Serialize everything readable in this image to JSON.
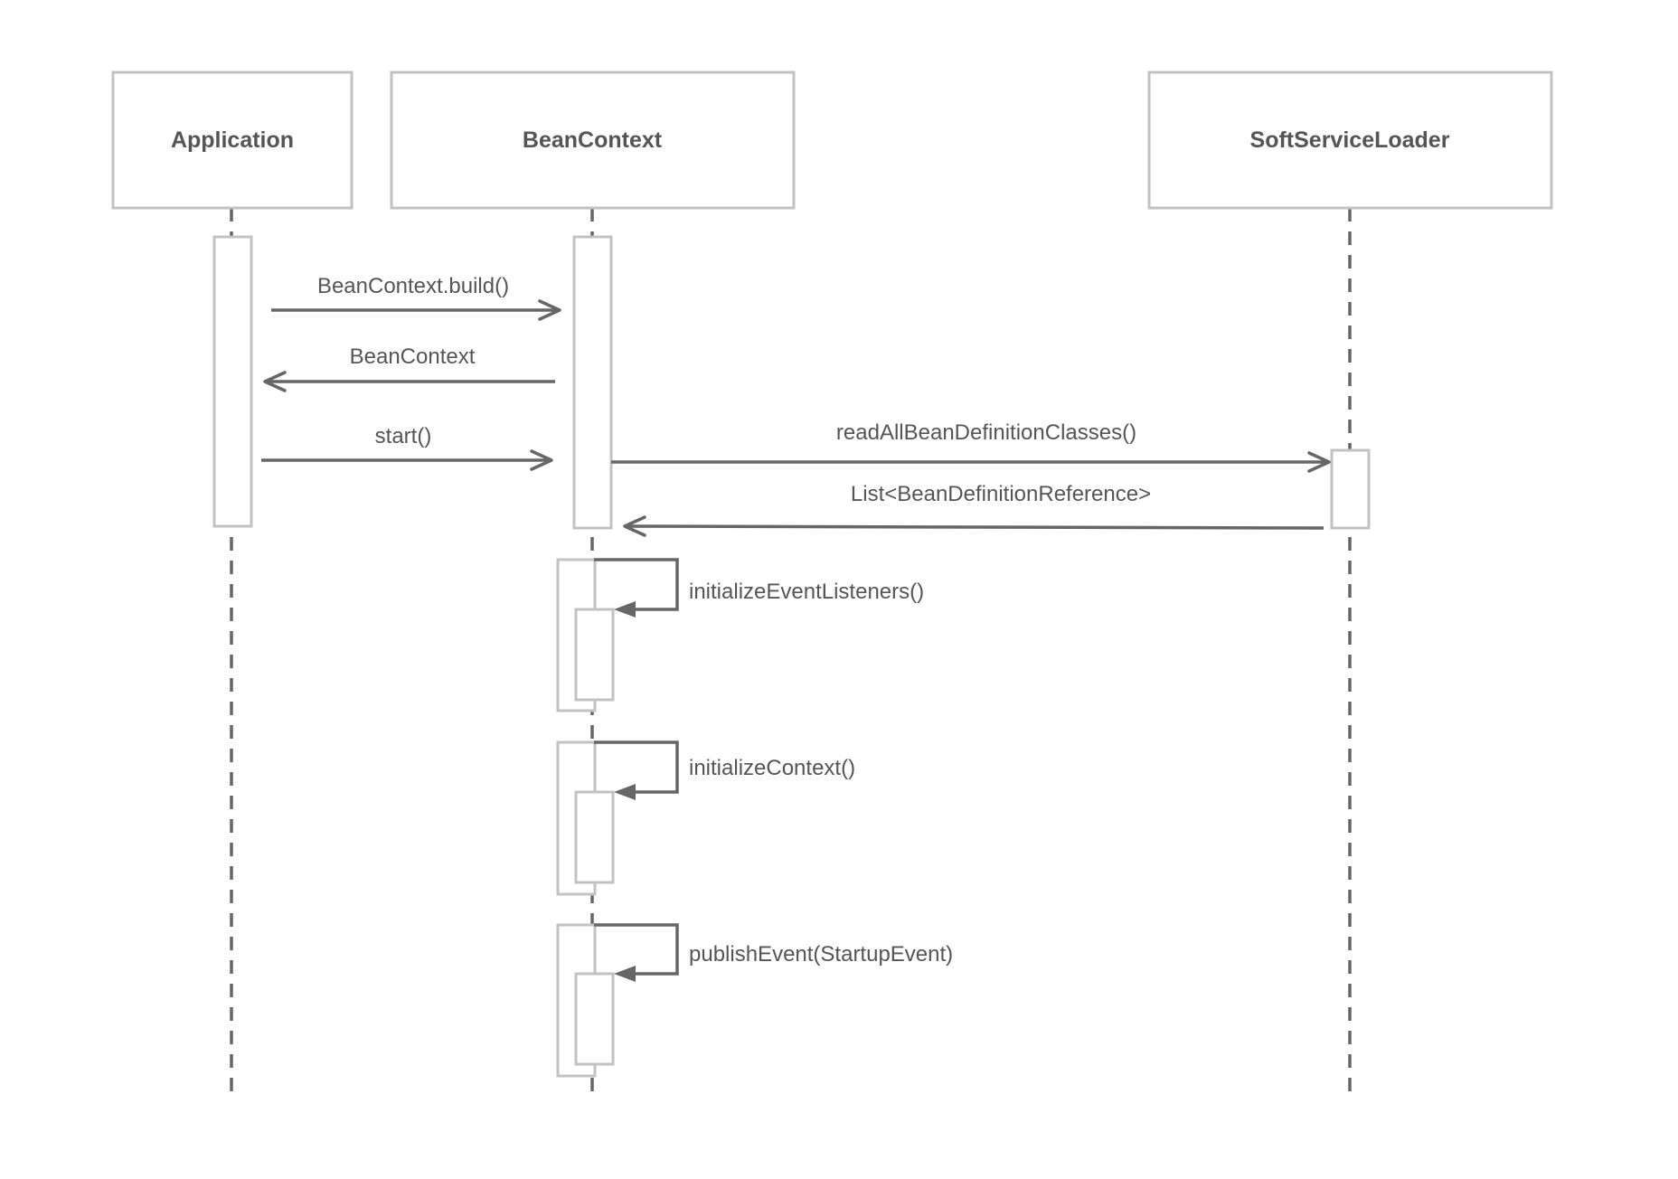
{
  "diagram": {
    "type": "sequence",
    "participants": [
      {
        "id": "application",
        "label": "Application"
      },
      {
        "id": "beancontext",
        "label": "BeanContext"
      },
      {
        "id": "softserviceloader",
        "label": "SoftServiceLoader"
      }
    ],
    "messages": [
      {
        "from": "Application",
        "to": "BeanContext",
        "label": "BeanContext.build()",
        "kind": "call"
      },
      {
        "from": "BeanContext",
        "to": "Application",
        "label": "BeanContext",
        "kind": "return"
      },
      {
        "from": "Application",
        "to": "BeanContext",
        "label": "start()",
        "kind": "call"
      },
      {
        "from": "BeanContext",
        "to": "SoftServiceLoader",
        "label": "readAllBeanDefinitionClasses()",
        "kind": "call"
      },
      {
        "from": "SoftServiceLoader",
        "to": "BeanContext",
        "label": "List<BeanDefinitionReference>",
        "kind": "return"
      },
      {
        "from": "BeanContext",
        "to": "BeanContext",
        "label": "initializeEventListeners()",
        "kind": "self"
      },
      {
        "from": "BeanContext",
        "to": "BeanContext",
        "label": "initializeContext()",
        "kind": "self"
      },
      {
        "from": "BeanContext",
        "to": "BeanContext",
        "label": "publishEvent(StartupEvent)",
        "kind": "self"
      }
    ],
    "colors": {
      "box_border": "#c2c2c2",
      "line": "#666666",
      "text": "#555555",
      "background": "#ffffff"
    }
  }
}
